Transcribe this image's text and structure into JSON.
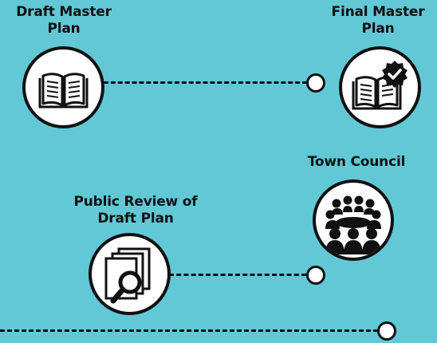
{
  "stages": [
    {
      "id": "draft_master_plan",
      "lines": [
        "Draft Master",
        "Plan"
      ],
      "icon": "open-book-icon"
    },
    {
      "id": "final_master_plan",
      "lines": [
        "Final Master",
        "Plan"
      ],
      "icon": "approved-book-icon"
    },
    {
      "id": "town_council",
      "lines": [
        "Town Council"
      ],
      "icon": "council-meeting-icon"
    },
    {
      "id": "public_review",
      "lines": [
        "Public Review of",
        "Draft Plan"
      ],
      "icon": "document-search-icon"
    }
  ],
  "colors": {
    "background": "#62c8d6",
    "ink": "#111111",
    "fill": "#ffffff"
  }
}
